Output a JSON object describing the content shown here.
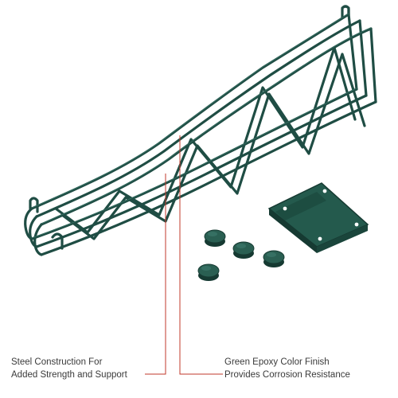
{
  "colors": {
    "wire": "#1f4d44",
    "wire_highlight": "#3f7c6f",
    "plate": "#245a4d",
    "plate_edge": "#163a32",
    "cap": "#2a5f52",
    "leader_line": "#c0392b",
    "text": "#3a3a3a",
    "background": "#ffffff"
  },
  "callouts": {
    "left": {
      "line1": "Steel Construction For",
      "line2": "Added Strength and Support"
    },
    "right": {
      "line1": "Green Epoxy Color Finish",
      "line2": "Provides Corrosion Resistance"
    }
  },
  "parts": {
    "bracket": "double-wire-bracket",
    "plate": "mounting-plate",
    "caps_count": 4
  }
}
